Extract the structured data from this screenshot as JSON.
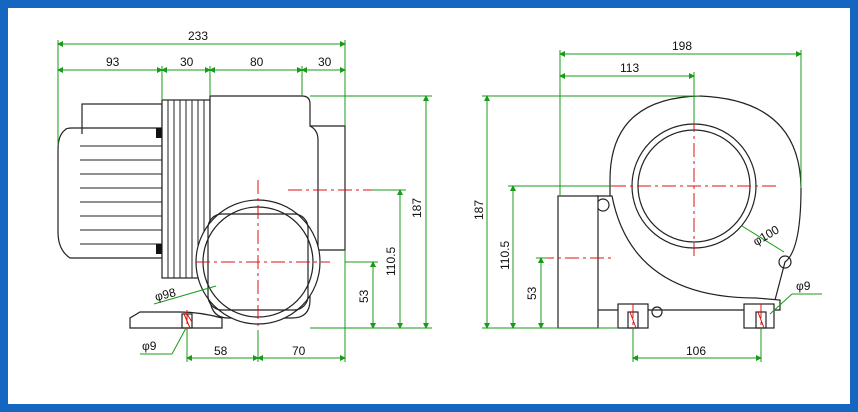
{
  "side_view": {
    "overall_width": "233",
    "motor_length": "93",
    "flange_width": "30",
    "housing_width": "80",
    "outlet_width": "30",
    "inlet_dia": "φ98",
    "mount_hole": "φ9",
    "foot_to_center": "58",
    "center_to_edge": "70",
    "overall_height": "187",
    "axis_height": "110.5",
    "outlet_center_height": "53"
  },
  "front_view": {
    "overall_width": "198",
    "center_offset": "113",
    "overall_height": "187",
    "axis_height": "110.5",
    "outlet_center_height": "53",
    "inlet_dia": "φ100",
    "mount_hole": "φ9",
    "foot_spacing": "106"
  },
  "colors": {
    "frame": "#1566c0",
    "dimension_line": "#1a9a1a",
    "center_line": "#e01010",
    "outline": "#222222"
  }
}
